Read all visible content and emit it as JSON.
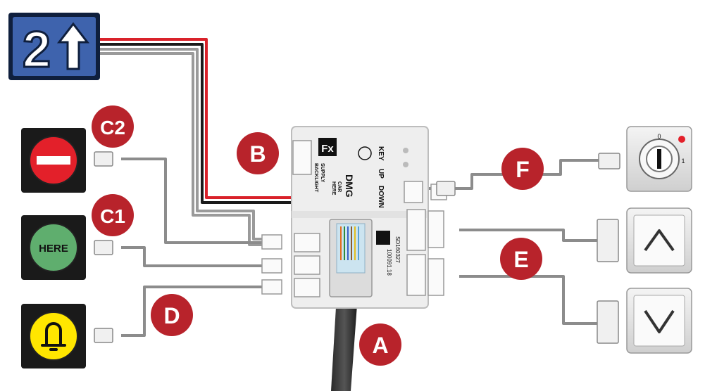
{
  "display": {
    "floor": "2",
    "arrow_icon": "up-arrow-icon",
    "bg_color": "#3E63AD"
  },
  "indicators": {
    "no_entry": {
      "icon": "no-entry-icon",
      "color": "#E3202A"
    },
    "here": {
      "label": "HERE",
      "color": "#5FAE6E"
    },
    "alarm": {
      "icon": "bell-icon",
      "color": "#FFE600"
    }
  },
  "callouts": {
    "a": "A",
    "b": "B",
    "c1": "C1",
    "c2": "C2",
    "d": "D",
    "e": "E",
    "f": "F",
    "color": "#B8232B"
  },
  "board": {
    "brand": "DMG",
    "fx_logo": "Fx",
    "supply_label": "SUPPLY",
    "backlight_label": "BACKLIGHT",
    "car_label": "CAR",
    "here_label": "HERE",
    "key_label": "KEY",
    "up_label": "UP",
    "down_label": "DOWN",
    "serial_1": "SD160327",
    "serial_2": "100091.18"
  },
  "keyswitch": {
    "pos_0": "0",
    "pos_1": "1",
    "led_color": "#E3202A"
  },
  "buttons": {
    "up_icon": "chevron-up-icon",
    "down_icon": "chevron-down-icon"
  }
}
